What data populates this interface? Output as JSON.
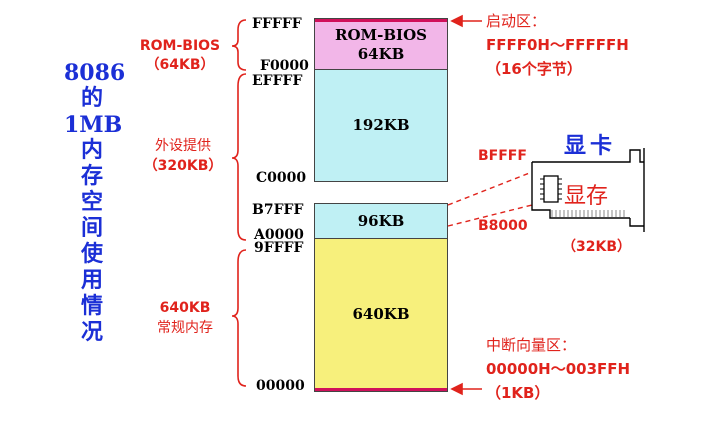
{
  "title_lines": [
    "8086",
    "的",
    "1MB",
    "内",
    "存",
    "空",
    "间",
    "使",
    "用",
    "情",
    "况"
  ],
  "regions": [
    {
      "label_lines": [
        "ROM-BIOS",
        "（64KB）"
      ],
      "top_addr": "FFFFF",
      "bottom_addr": "F0000",
      "block_lines": [
        "ROM-BIOS",
        "64KB"
      ],
      "color": "#f2b6e8"
    },
    {
      "label_lines": [
        "外设提供",
        "（320KB）"
      ],
      "top_addr": "EFFFF",
      "bottom_addr": "C0000",
      "block_lines": [
        "192KB"
      ],
      "color": "#bff0f4"
    },
    {
      "top_addr": "B7FFF",
      "bottom_addr": "A0000",
      "block_lines": [
        "96KB"
      ],
      "color": "#bff0f4"
    },
    {
      "label_lines": [
        "640KB",
        "常规内存"
      ],
      "top_addr": "9FFFF",
      "bottom_addr": "00000",
      "block_lines": [
        "640KB"
      ],
      "color": "#f7f07c"
    }
  ],
  "callouts": {
    "boot": [
      "启动区：",
      "FFFF0H～FFFFFH",
      "（16个字节）"
    ],
    "ivt": [
      "中断向量区：",
      "00000H～003FFH",
      "（1KB）"
    ]
  },
  "video_card": {
    "title": "显卡",
    "memory_label": "显存",
    "addr_top": "BFFFF",
    "addr_bottom": "B8000",
    "size": "（32KB）"
  },
  "colors": {
    "red": "#e0231c",
    "blue": "#1b2fd6",
    "magenta_line": "#d0105a"
  }
}
